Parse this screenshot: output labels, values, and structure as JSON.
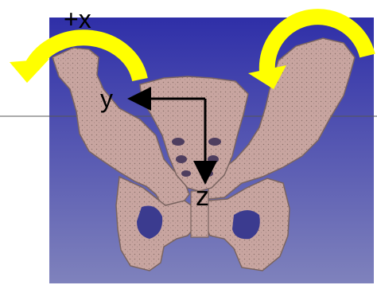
{
  "labels": {
    "rotation": "+x",
    "y_axis": "y",
    "z_axis": "z"
  },
  "colors": {
    "background_top": "#2f2fa8",
    "background_bottom": "#7f82bc",
    "bone": "#c8a5a0",
    "bone_shadow": "#6f5a55",
    "arrow": "#ffff00",
    "axis": "#000000"
  },
  "icons": {
    "rotation_arrows": "curved-arrow-icon",
    "axis_arrows": "arrow-icon"
  }
}
